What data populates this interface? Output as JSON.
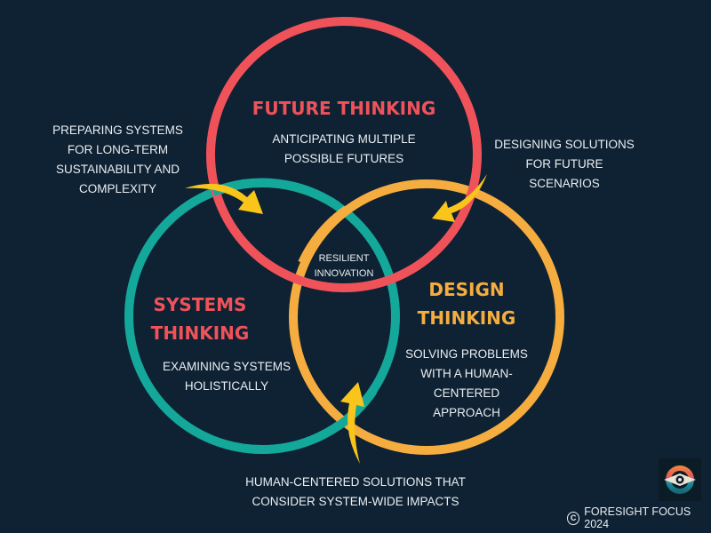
{
  "colors": {
    "background": "#0f2233",
    "future": "#f0525a",
    "systems": "#14a89a",
    "design": "#f6ad3f",
    "arrow": "#f9c51a",
    "text": "#e9eef2"
  },
  "circles": {
    "future": {
      "title": "FUTURE THINKING",
      "lines": [
        "ANTICIPATING MULTIPLE",
        "POSSIBLE FUTURES"
      ]
    },
    "systems": {
      "title_lines": [
        "SYSTEMS",
        "THINKING"
      ],
      "lines": [
        "EXAMINING SYSTEMS",
        "HOLISTICALLY"
      ]
    },
    "design": {
      "title_lines": [
        "DESIGN",
        "THINKING"
      ],
      "lines": [
        "SOLVING PROBLEMS",
        "WITH A HUMAN-",
        "CENTERED",
        "APPROACH"
      ]
    }
  },
  "center": {
    "lines": [
      "RESILIENT",
      "INNOVATION"
    ]
  },
  "annotations": {
    "future_systems": [
      "PREPARING SYSTEMS",
      "FOR LONG-TERM",
      "SUSTAINABILITY AND",
      "COMPLEXITY"
    ],
    "future_design": [
      "DESIGNING SOLUTIONS",
      "FOR FUTURE",
      "SCENARIOS"
    ],
    "systems_design": [
      "HUMAN-CENTERED SOLUTIONS THAT",
      "CONSIDER SYSTEM-WIDE IMPACTS"
    ]
  },
  "footer": {
    "copyright_symbol": "C",
    "text": "FORESIGHT FOCUS 2024"
  },
  "icons": {
    "logo": "foresight-eye-logo-icon",
    "copyright": "copyright-icon",
    "arrows": "curved-arrow-icon"
  }
}
